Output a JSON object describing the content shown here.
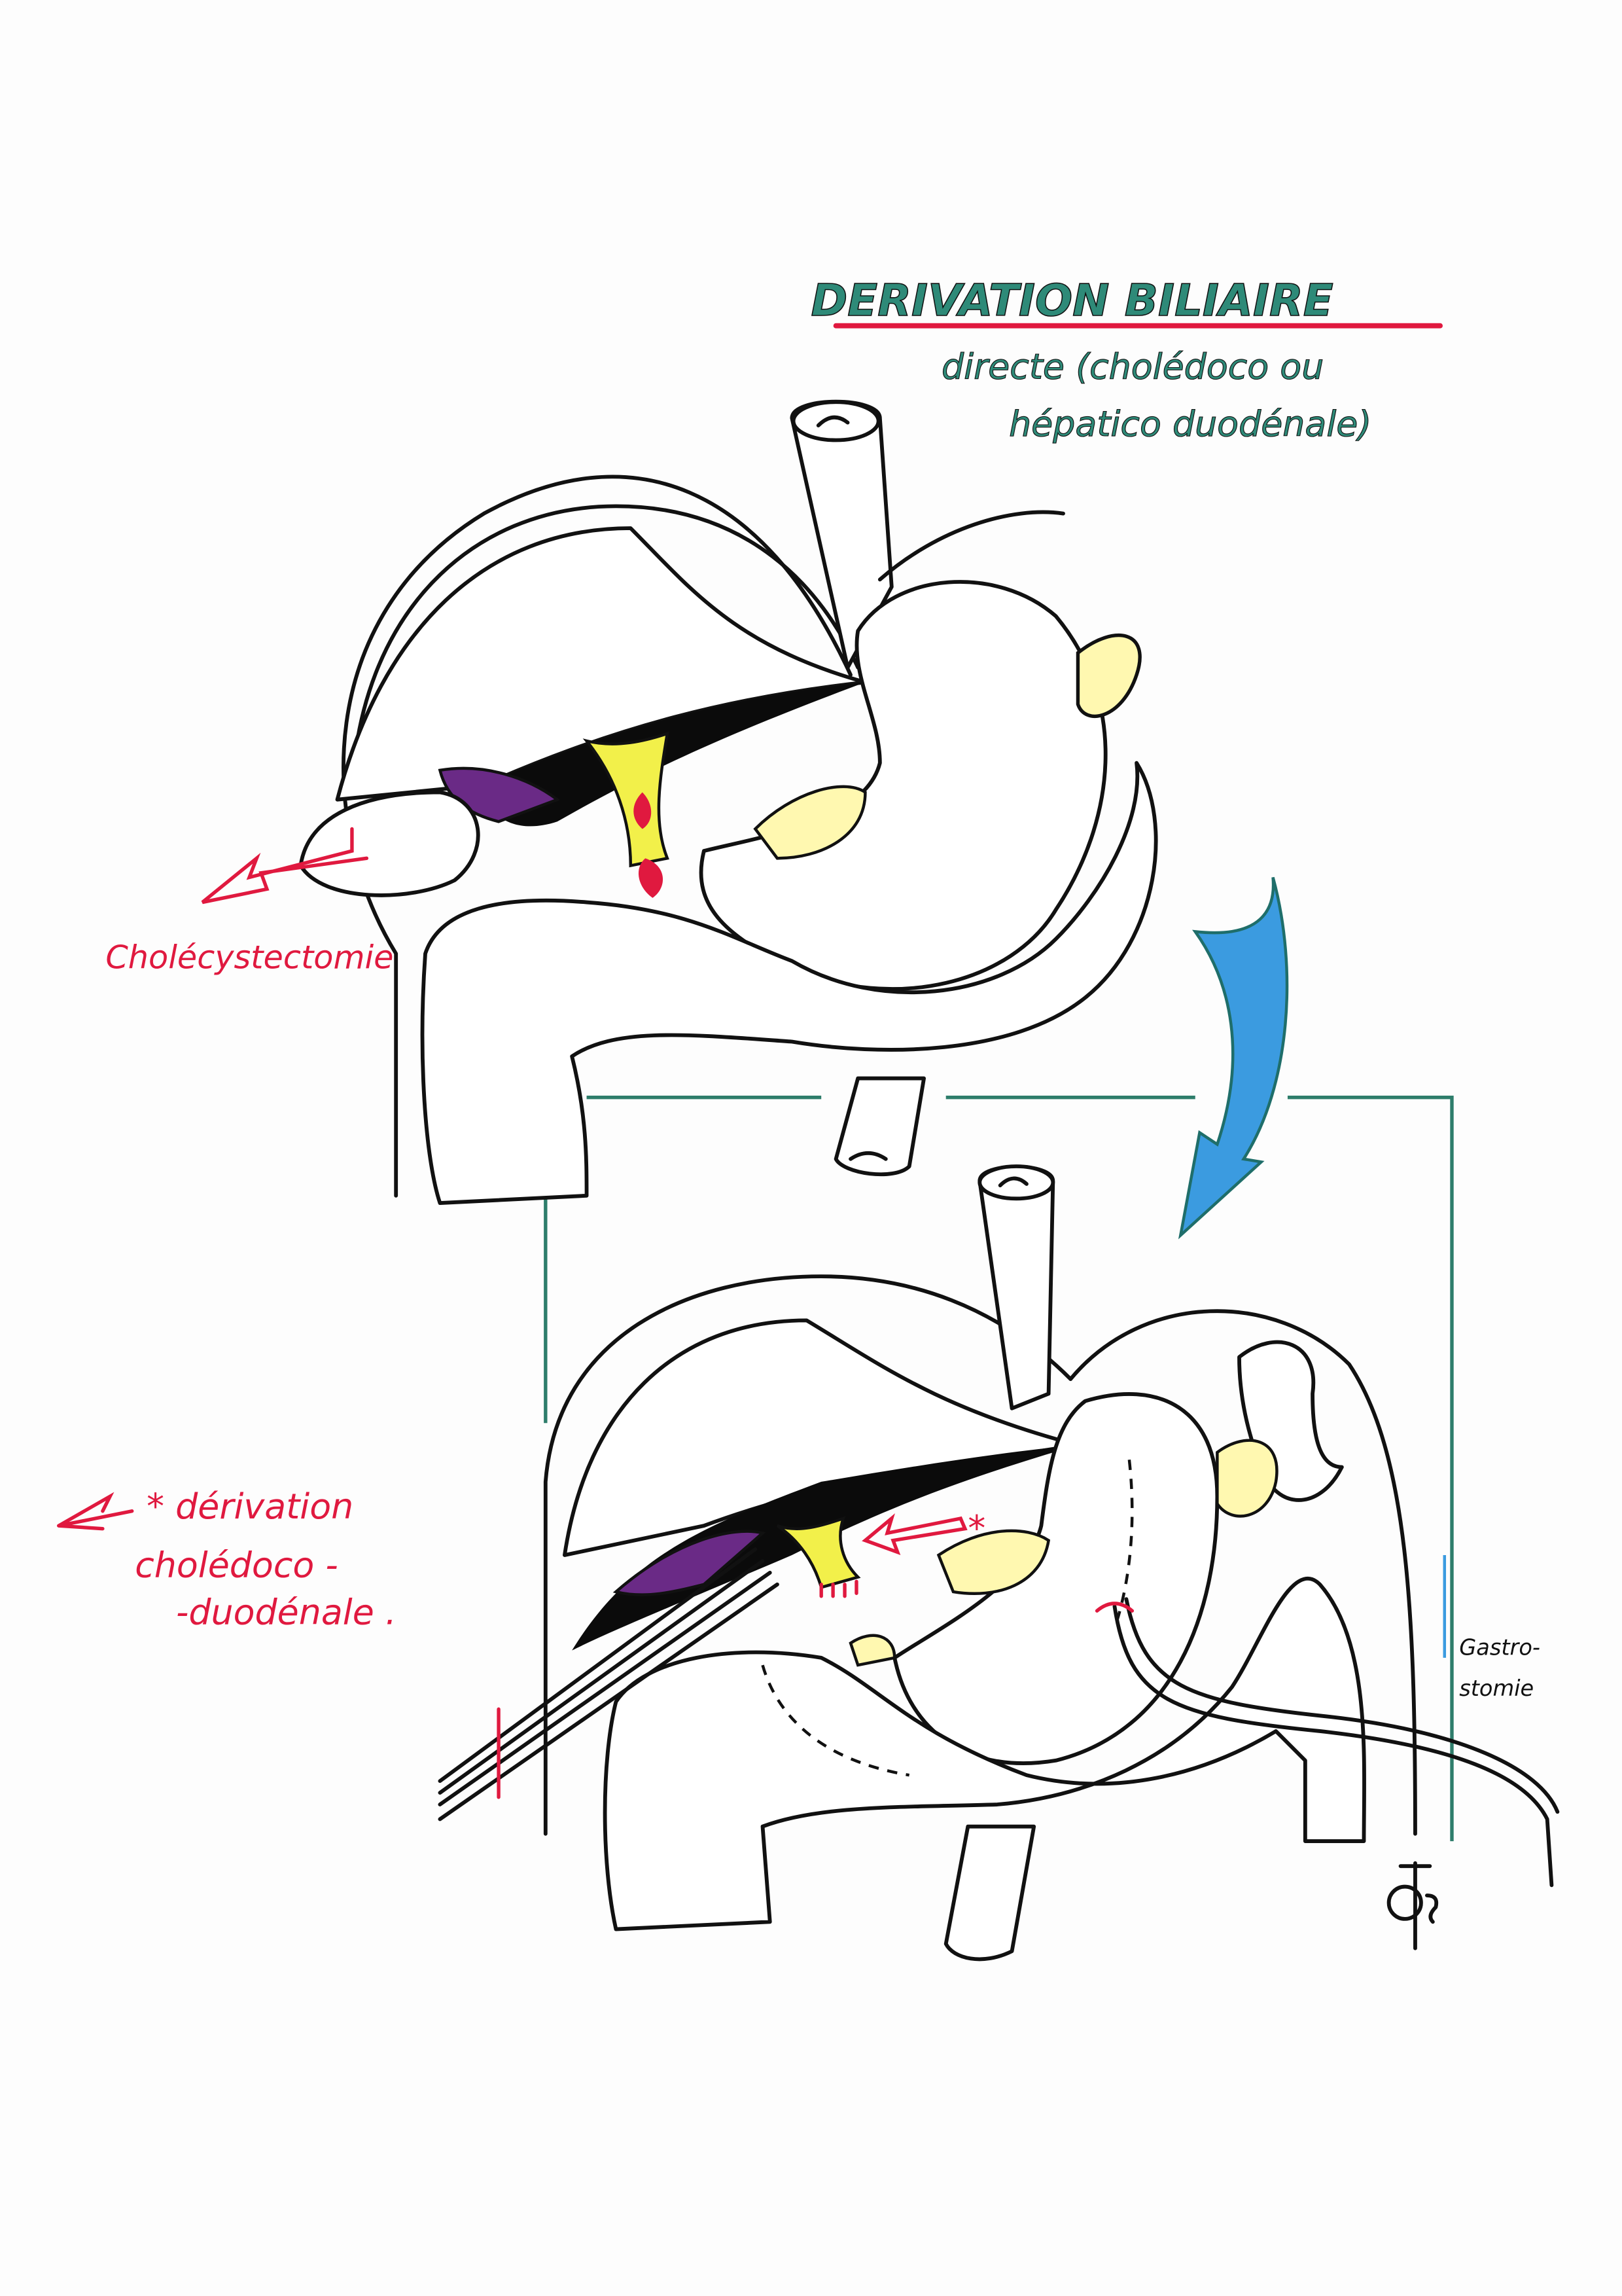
{
  "title": {
    "main": "DERIVATION BILIAIRE",
    "subtitle_line1": "directe (cholédoco ou",
    "subtitle_line2": "hépatico duodénale)"
  },
  "labels": {
    "cholecystectomy": "Cholécystectomie",
    "derivation_line1": "* dérivation",
    "derivation_line2": "cholédoco -",
    "derivation_line3": "-duodénale .",
    "gastrostomy_line1": "Gastro-",
    "gastrostomy_line2": "stomie"
  },
  "colors": {
    "title_ink": "#2e8a78",
    "annotation_red": "#e0193f",
    "arrow_blue": "#3b9be0",
    "bile_yellow": "#f2f04a",
    "pancreas_purple": "#6a2a86",
    "frame_green": "#2e7d6b"
  }
}
